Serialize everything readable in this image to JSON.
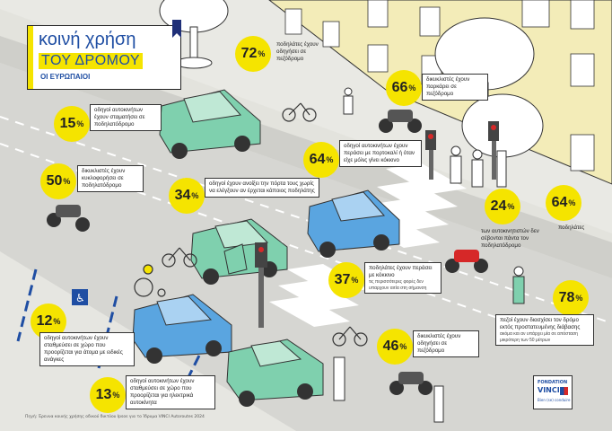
{
  "title": {
    "line1": "κοινή χρήση",
    "line2": "ΤΟΥ ΔΡΟΜΟΥ",
    "line3": "ΟΙ ΕΥΡΩΠΑΙΟΙ"
  },
  "stats": [
    {
      "value": "72",
      "unit": "%",
      "text": "ποδηλάτες έχουν οδηγήσει σε πεζόδρομο",
      "sub": ""
    },
    {
      "value": "66",
      "unit": "%",
      "text": "δικυκλιστές έχουν παρκάρει σε πεζόδρομο",
      "sub": ""
    },
    {
      "value": "15",
      "unit": "%",
      "text": "οδηγοί αυτοκινήτων έχουν σταματήσει σε ποδηλατόδρομο",
      "sub": ""
    },
    {
      "value": "64",
      "unit": "%",
      "text": "οδηγοί αυτοκινήτων έχουν περάσει με πορτοκαλί ή όταν είχε μόλις γίνει κόκκινο",
      "sub": ""
    },
    {
      "value": "50",
      "unit": "%",
      "text": "δικυκλιστές έχουν κυκλοφορήσει σε ποδηλατόδρομο",
      "sub": ""
    },
    {
      "value": "34",
      "unit": "%",
      "text": "οδηγοί έχουν ανοίξει την πόρτα τους χωρίς να ελέγξουν αν έρχεται κάποιος ποδηλάτης",
      "sub": ""
    },
    {
      "value": "24",
      "unit": "%",
      "text": "των αυτοκινητιστών δεν σέβονται πάντα τον ποδηλατόδρομο",
      "sub": ""
    },
    {
      "value": "64",
      "unit": "%",
      "text": "ποδηλάτες",
      "sub": ""
    },
    {
      "value": "37",
      "unit": "%",
      "text": "ποδηλάτες έχουν περάσει με κόκκινο",
      "sub": "τις περισσότερες φορές δεν υπαρχουν αιτία στη σήμανση"
    },
    {
      "value": "12",
      "unit": "%",
      "text": "οδηγοί αυτοκινήτων έχουν σταθμεύσει σε χώρο που προορίζεται για άτομα με ειδικές ανάγκες",
      "sub": ""
    },
    {
      "value": "78",
      "unit": "%",
      "text": "πεζοί έχουν διασχίσει τον δρόμο εκτός προστατευμένης διάβασης",
      "sub": "ακόμα και αν υπάρχει μία σε απόσταση μικρότερη των 50 μέτρων"
    },
    {
      "value": "46",
      "unit": "%",
      "text": "δικυκλιστές έχουν οδηγήσει σε πεζόδρομο",
      "sub": ""
    },
    {
      "value": "13",
      "unit": "%",
      "text": "οδηγοί αυτοκινήτων έχουν σταθμεύσει σε χώρο που προορίζεται για ηλεκτρικά αυτοκίνητα",
      "sub": ""
    }
  ],
  "logo": {
    "line1": "FONDATION",
    "line2": "VINCI",
    "line3": "Bien (se) conduire"
  },
  "source": "Πηγή: Έρευνα κοινής χρήσης οδικού δικτύου Ipsos για το Ίδρυμα VINCI Autoroutes 2024",
  "colors": {
    "accent_yellow": "#f5e400",
    "title_blue": "#1f4ea3",
    "car_green": "#7fd0ae",
    "car_blue": "#5aa5e0",
    "building": "#f3ecb8",
    "road": "#d6d6d2"
  },
  "icons": [
    "tree",
    "car",
    "motorbike",
    "bicycle",
    "pedestrian",
    "traffic-light",
    "wheelchair",
    "ev-charger",
    "accessibility-sign"
  ]
}
